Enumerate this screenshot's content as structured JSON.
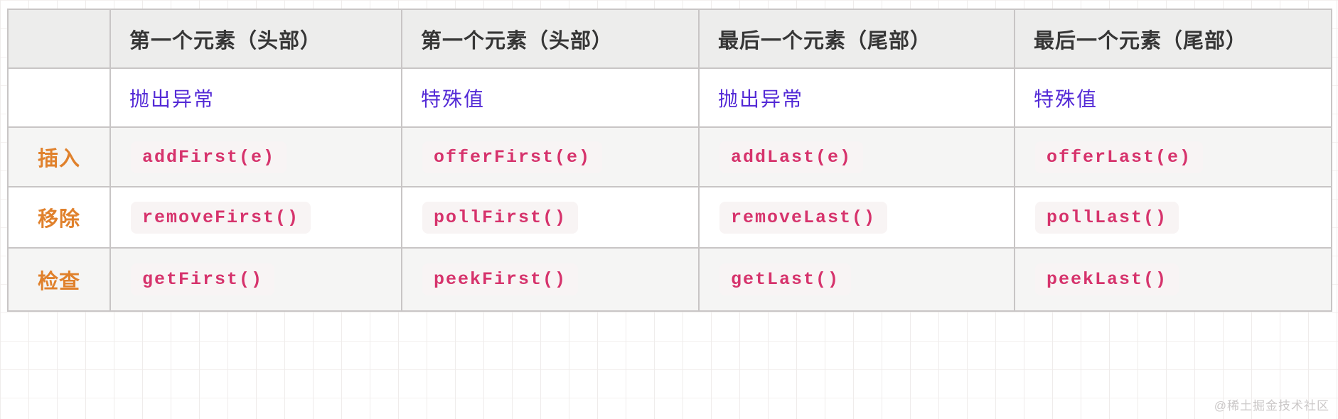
{
  "table": {
    "columns": [
      {
        "header": ""
      },
      {
        "header": "第一个元素（头部）"
      },
      {
        "header": "第一个元素（头部）"
      },
      {
        "header": "最后一个元素（尾部）"
      },
      {
        "header": "最后一个元素（尾部）"
      }
    ],
    "behavior_row": {
      "cells": [
        "抛出异常",
        "特殊值",
        "抛出异常",
        "特殊值"
      ]
    },
    "rows": [
      {
        "label": "插入",
        "cells": [
          "addFirst(e)",
          "offerFirst(e)",
          "addLast(e)",
          "offerLast(e)"
        ]
      },
      {
        "label": "移除",
        "cells": [
          "removeFirst()",
          "pollFirst()",
          "removeLast()",
          "pollLast()"
        ]
      },
      {
        "label": "检查",
        "cells": [
          "getFirst()",
          "peekFirst()",
          "getLast()",
          "peekLast()"
        ]
      }
    ]
  },
  "watermark": "@稀土掘金技术社区",
  "colors": {
    "header_bg": "#ededec",
    "alt_row_bg": "#f5f5f4",
    "border": "#c8c5c5",
    "row_label_orange": "#e0812c",
    "link_purple": "#5329d6",
    "code_pink": "#d6336c",
    "code_chip_bg": "#f8f4f4",
    "watermark_gray": "#cbc8c8"
  }
}
